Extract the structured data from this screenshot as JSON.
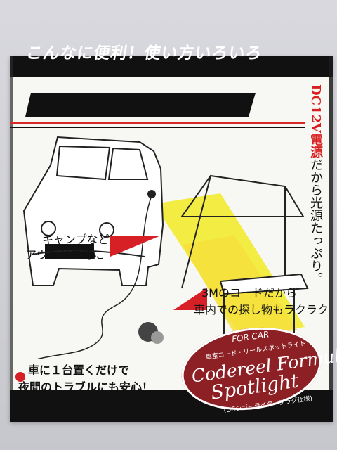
{
  "box": {
    "header": "こんなに便利！使い方いろいろ",
    "side_text": {
      "part1": "DC",
      "part2": "12",
      "part3": "V",
      "part4": "電源",
      "part5": "だから光源たっぷり。"
    },
    "camp_label_line1": "キャンプなど",
    "camp_label_line2": "アウトドア時に",
    "cord_label_line1": "3Mのコードだから",
    "cord_label_line2": "車内での探し物もラクラク",
    "safety_line1": "車に１台置くだけで",
    "safety_line2": "夜間のトラブルにも安心！",
    "logo": {
      "for_car": "FOR CAR",
      "small_text": "車室コード・リールスポットライト",
      "main_line1": "Codereel Formula",
      "main_line2": "Spotlight",
      "sub_text": "(DCシガーライタープラグ仕様)"
    }
  }
}
